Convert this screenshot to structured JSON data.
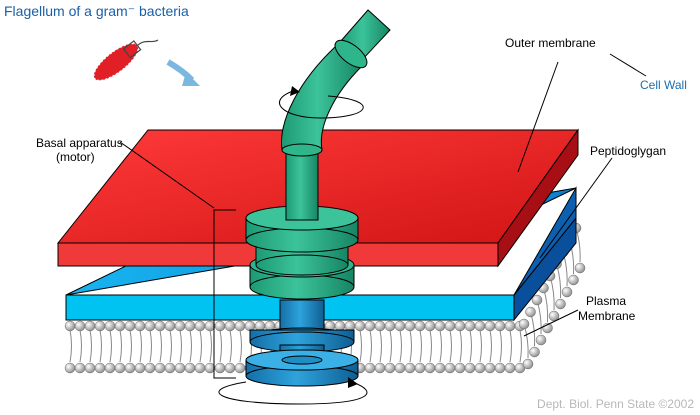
{
  "title": "Flagellum of a gram⁻ bacteria",
  "labels": {
    "outer_membrane": "Outer membrane",
    "cell_wall": "Cell Wall",
    "peptidoglygan": "Peptidoglygan",
    "basal_apparatus": "Basal apparatus",
    "motor": "(motor)",
    "plasma": "Plasma",
    "membrane": "Membrane"
  },
  "credit": "Dept. Biol. Penn State ©2002",
  "colors": {
    "outer_membrane": "#e01f26",
    "peptidoglycan": "#00c3f2",
    "flagellum": "#22a780",
    "motor_rings": "#1f8ec4",
    "cell_wall_label": "#1a6fb0"
  }
}
